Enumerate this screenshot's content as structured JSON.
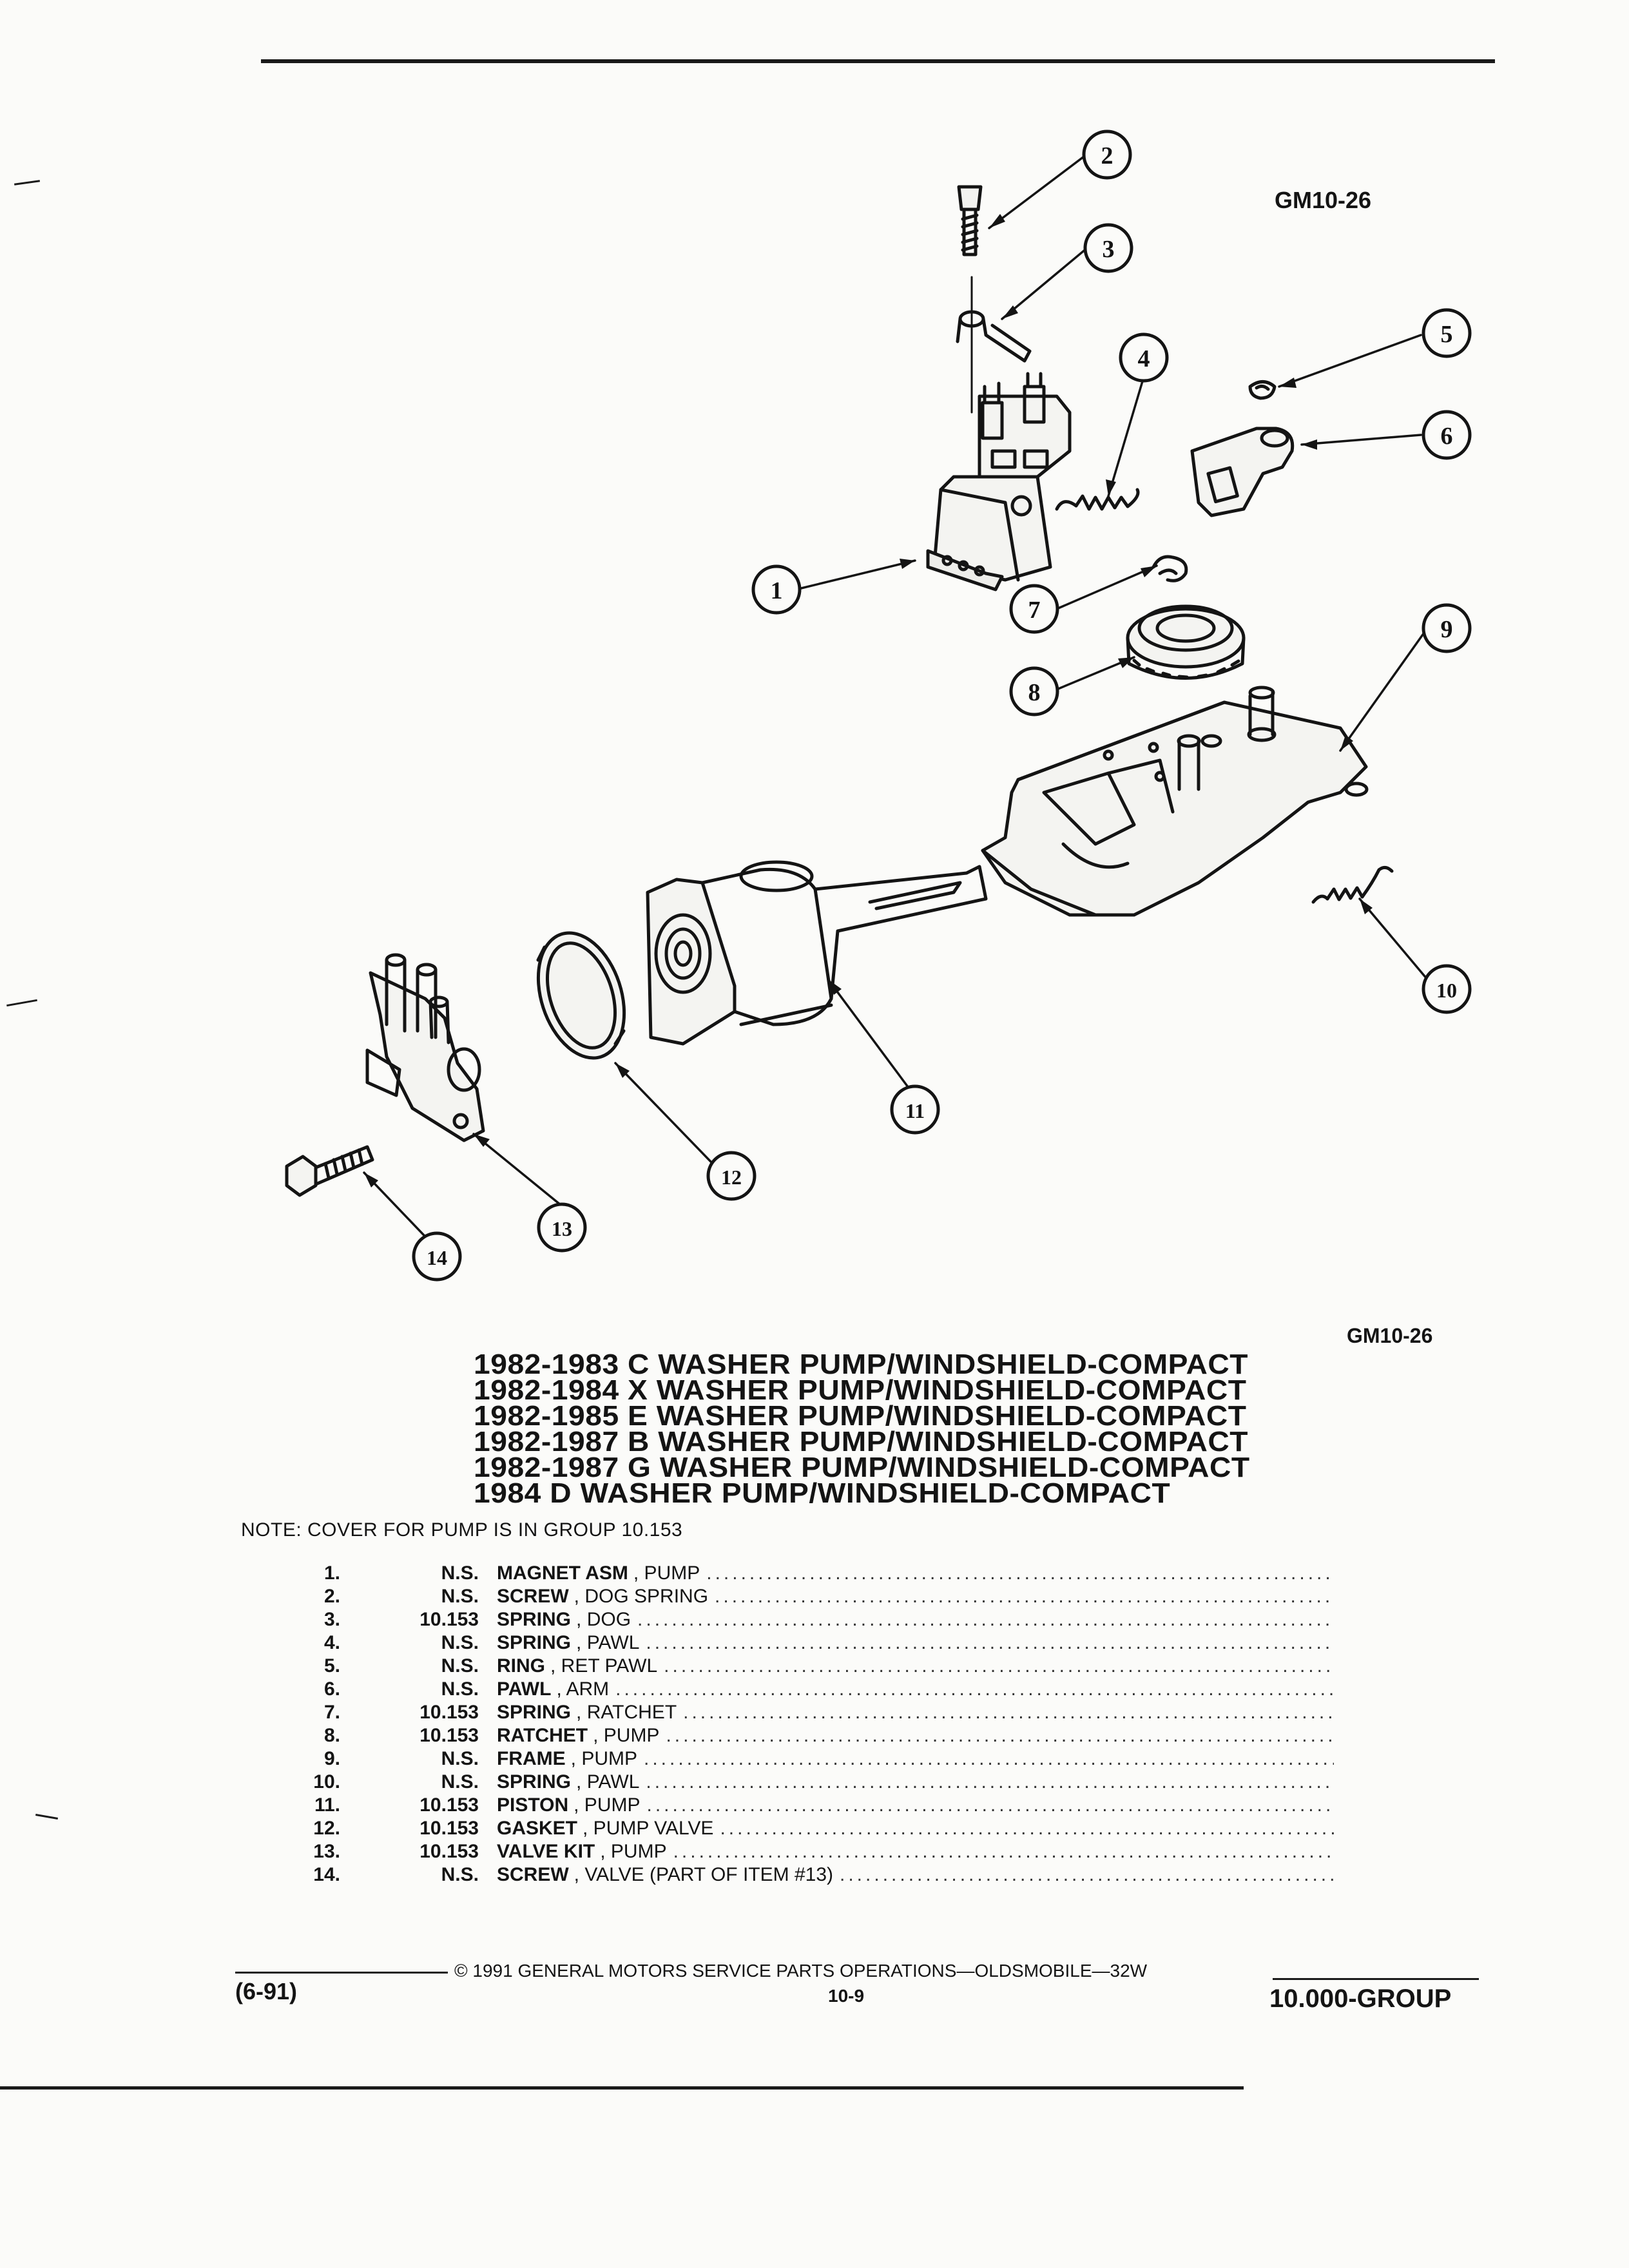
{
  "figure_code_top": "GM10-26",
  "figure_code_bottom": "GM10-26",
  "callouts": [
    "1",
    "2",
    "3",
    "4",
    "5",
    "6",
    "7",
    "8",
    "9",
    "10",
    "11",
    "12",
    "13",
    "14"
  ],
  "titles": [
    "1982-1983 C WASHER PUMP/WINDSHIELD-COMPACT",
    "1982-1984 X WASHER PUMP/WINDSHIELD-COMPACT",
    "1982-1985 E WASHER PUMP/WINDSHIELD-COMPACT",
    "1982-1987 B WASHER PUMP/WINDSHIELD-COMPACT",
    "1982-1987 G WASHER PUMP/WINDSHIELD-COMPACT",
    "1984 D WASHER PUMP/WINDSHIELD-COMPACT"
  ],
  "note": "NOTE:  COVER FOR PUMP IS IN GROUP 10.153",
  "parts": [
    {
      "num": "1.",
      "group": "N.S.",
      "name": "MAGNET ASM",
      "desc": ", PUMP"
    },
    {
      "num": "2.",
      "group": "N.S.",
      "name": "SCREW",
      "desc": ", DOG SPRING"
    },
    {
      "num": "3.",
      "group": "10.153",
      "name": "SPRING",
      "desc": ", DOG"
    },
    {
      "num": "4.",
      "group": "N.S.",
      "name": "SPRING",
      "desc": ", PAWL"
    },
    {
      "num": "5.",
      "group": "N.S.",
      "name": "RING",
      "desc": ", RET PAWL"
    },
    {
      "num": "6.",
      "group": "N.S.",
      "name": "PAWL",
      "desc": ", ARM"
    },
    {
      "num": "7.",
      "group": "10.153",
      "name": "SPRING",
      "desc": ", RATCHET"
    },
    {
      "num": "8.",
      "group": "10.153",
      "name": "RATCHET",
      "desc": ", PUMP"
    },
    {
      "num": "9.",
      "group": "N.S.",
      "name": "FRAME",
      "desc": ", PUMP"
    },
    {
      "num": "10.",
      "group": "N.S.",
      "name": "SPRING",
      "desc": ", PAWL"
    },
    {
      "num": "11.",
      "group": "10.153",
      "name": "PISTON",
      "desc": ", PUMP"
    },
    {
      "num": "12.",
      "group": "10.153",
      "name": "GASKET",
      "desc": ", PUMP VALVE"
    },
    {
      "num": "13.",
      "group": "10.153",
      "name": "VALVE KIT",
      "desc": ", PUMP"
    },
    {
      "num": "14.",
      "group": "N.S.",
      "name": "SCREW",
      "desc": ", VALVE (PART OF ITEM #13)"
    }
  ],
  "footer": {
    "date_code": "(6-91)",
    "copyright": "© 1991 GENERAL MOTORS SERVICE PARTS OPERATIONS—OLDSMOBILE—32W",
    "page": "10-9",
    "group": "10.000-GROUP"
  }
}
